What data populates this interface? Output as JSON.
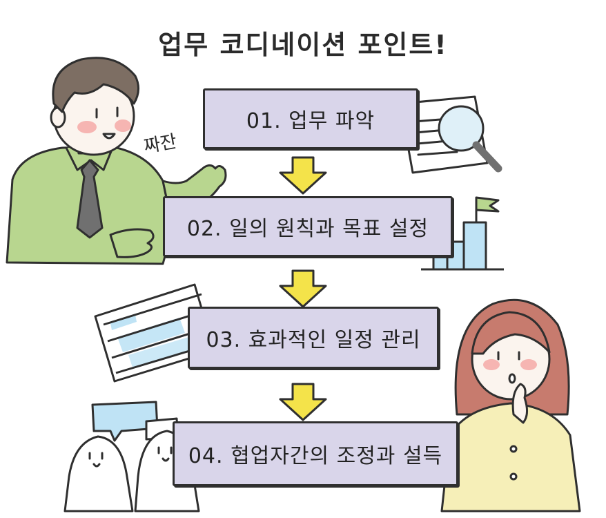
{
  "title": "업무 코디네이션 포인트!",
  "sound_effect": "짜잔",
  "steps": [
    {
      "label": "01. 업무 파악"
    },
    {
      "label": "02. 일의 원칙과 목표 설정"
    },
    {
      "label": "03. 효과적인 일정 관리"
    },
    {
      "label": "04. 협업자간의 조정과 설득"
    }
  ],
  "colors": {
    "box_fill": "#d9d5ea",
    "outline": "#2f2f2f",
    "arrow": "#f4e34a",
    "man_shirt": "#b8d68f",
    "woman_shirt": "#f6efb8",
    "woman_hair": "#c77b6e",
    "chart_blue": "#bfe3f5"
  },
  "icons": [
    "magnifier-document-icon",
    "bar-chart-flag-icon",
    "schedule-sheet-icon",
    "chat-bubbles-icon"
  ]
}
